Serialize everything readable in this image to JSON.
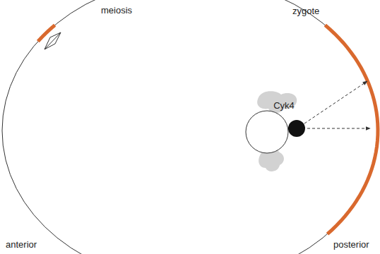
{
  "diagram": {
    "labels": [
      "meiosis",
      "zygote",
      "Cyk4",
      "anterior",
      "posterior"
    ]
  }
}
